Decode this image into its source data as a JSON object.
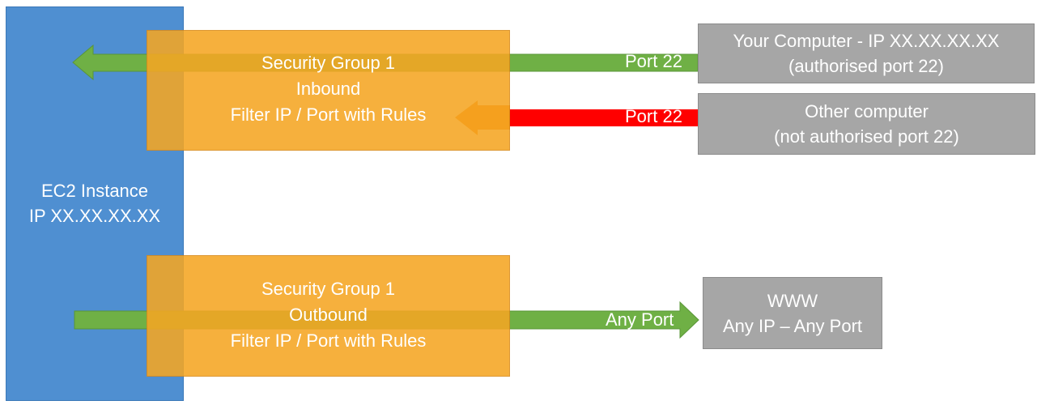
{
  "colors": {
    "ec2_fill": "#4f8fd1",
    "security_group_fill": "#f5a623",
    "grey_box_fill": "#a6a6a6",
    "allowed_arrow": "#6fb045",
    "denied_arrow": "#ff0000",
    "denied_arrow_head": "#f57c00",
    "text": "#ffffff"
  },
  "ec2": {
    "line1": "EC2 Instance",
    "line2": "IP XX.XX.XX.XX"
  },
  "security_groups": {
    "inbound": {
      "line1": "Security Group 1",
      "line2": "Inbound",
      "line3": "Filter IP / Port with Rules"
    },
    "outbound": {
      "line1": "Security Group 1",
      "line2": "Outbound",
      "line3": "Filter IP / Port with Rules"
    }
  },
  "sources": {
    "your_computer": {
      "line1": "Your Computer - IP XX.XX.XX.XX",
      "line2": "(authorised port 22)"
    },
    "other_computer": {
      "line1": "Other computer",
      "line2": "(not authorised port 22)"
    },
    "www": {
      "line1": "WWW",
      "line2": "Any IP – Any Port"
    }
  },
  "connections": {
    "allowed_inbound": "Port 22",
    "denied_inbound": "Port 22",
    "outbound": "Any Port"
  }
}
